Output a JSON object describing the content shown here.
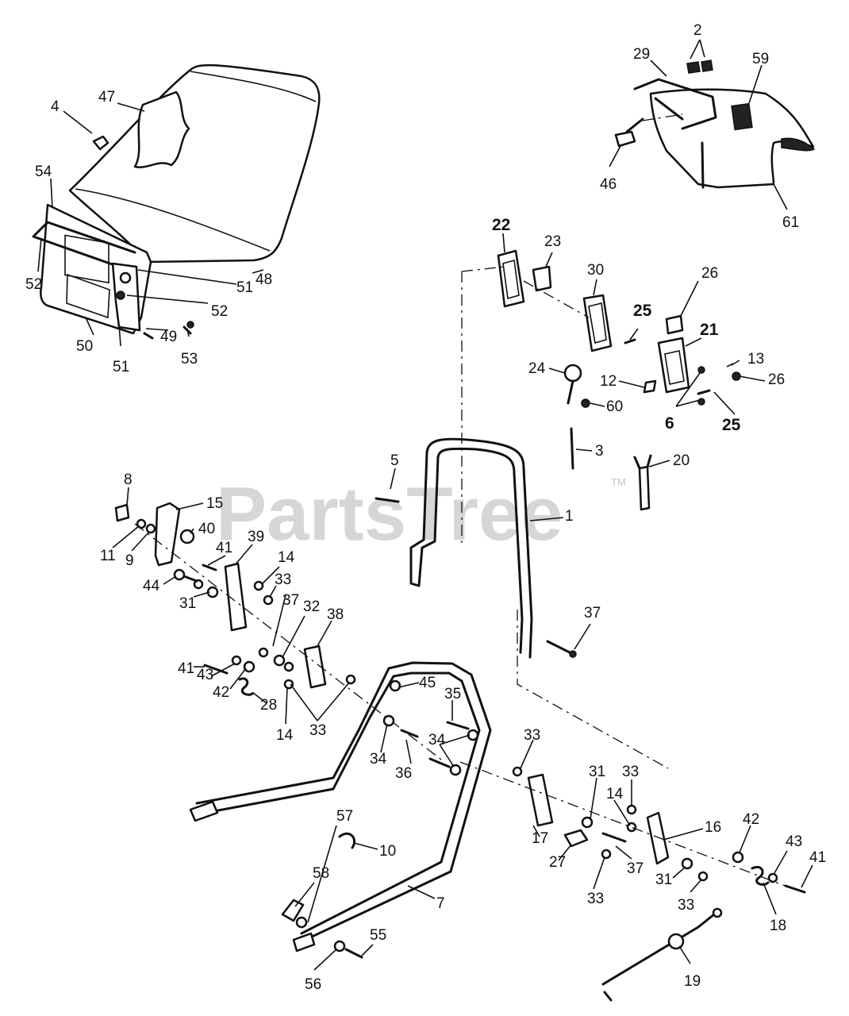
{
  "watermark": {
    "text": "PartsTree",
    "trademark": "TM"
  },
  "part_labels": [
    "47",
    "4",
    "54",
    "52",
    "51",
    "48",
    "52",
    "50",
    "51",
    "49",
    "53",
    "29",
    "2",
    "59",
    "46",
    "61",
    "22",
    "23",
    "30",
    "26",
    "25",
    "21",
    "13",
    "24",
    "12",
    "60",
    "26",
    "6",
    "25",
    "3",
    "20",
    "5",
    "1",
    "37",
    "8",
    "15",
    "40",
    "11",
    "9",
    "41",
    "39",
    "14",
    "33",
    "44",
    "31",
    "37",
    "32",
    "38",
    "41",
    "43",
    "42",
    "28",
    "14",
    "33",
    "45",
    "35",
    "34",
    "36",
    "34",
    "33",
    "31",
    "33",
    "14",
    "16",
    "17",
    "27",
    "37",
    "33",
    "31",
    "33",
    "42",
    "43",
    "41",
    "18",
    "10",
    "58",
    "57",
    "7",
    "55",
    "56",
    "19"
  ]
}
